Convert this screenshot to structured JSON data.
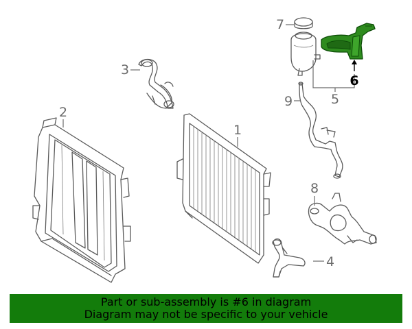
{
  "diagram": {
    "callouts": {
      "c1": "1",
      "c2": "2",
      "c3": "3",
      "c4": "4",
      "c5": "5",
      "c6": "6",
      "c7": "7",
      "c8": "8",
      "c9": "9"
    },
    "highlighted_part": "6",
    "highlight_color": "#2e8b1e"
  },
  "banner": {
    "line1": "Part or sub-assembly is #6 in diagram",
    "line2": "Diagram may not be specific to your vehicle",
    "background_color": "#137c0b"
  }
}
